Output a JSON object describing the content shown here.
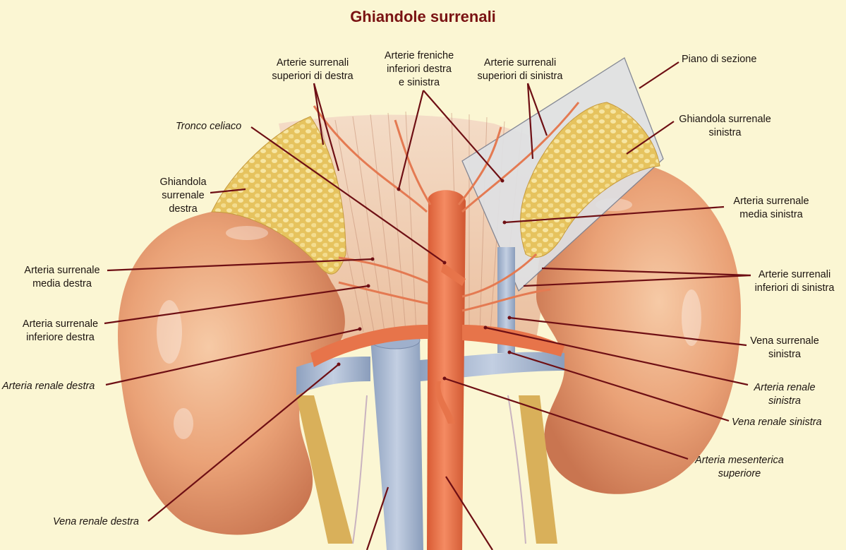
{
  "title": "Ghiandole surrenali",
  "colors": {
    "background": "#fbf6d3",
    "title": "#7a1313",
    "leader_line": "#6e0f14",
    "kidney": "#eaa277",
    "gland": "#e9cb6a",
    "artery": "#e7744a",
    "vein": "#a9b9d2",
    "section_plane": "#dfe1e4"
  },
  "labels": {
    "art_surr_sup_dx": "Arterie surrenali\nsuperiori di destra",
    "art_fren_inf": "Arterie freniche\ninferiori destra\ne sinistra",
    "art_surr_sup_sx": "Arterie surrenali\nsuperiori di sinistra",
    "piano_sezione": "Piano di sezione",
    "tronco_celiaco": "Tronco celiaco",
    "ghiandola_sx": "Ghiandola surrenale\nsinistra",
    "ghiandola_dx": "Ghiandola\nsurrenale\ndestra",
    "art_surr_media_sx": "Arteria surrenale\nmedia sinistra",
    "art_surr_media_dx": "Arteria surrenale\nmedia destra",
    "art_surr_inf_sx": "Arterie surrenali\ninferiori di sinistra",
    "art_surr_inf_dx": "Arteria surrenale\ninferiore destra",
    "vena_surr_sx": "Vena surrenale\nsinistra",
    "art_renale_dx": "Arteria renale destra",
    "art_renale_sx": "Arteria renale\nsinistra",
    "vena_renale_sx": "Vena renale sinistra",
    "art_mes_sup": "Arteria mesenterica\nsuperiore",
    "vena_renale_dx": "Vena renale destra"
  }
}
